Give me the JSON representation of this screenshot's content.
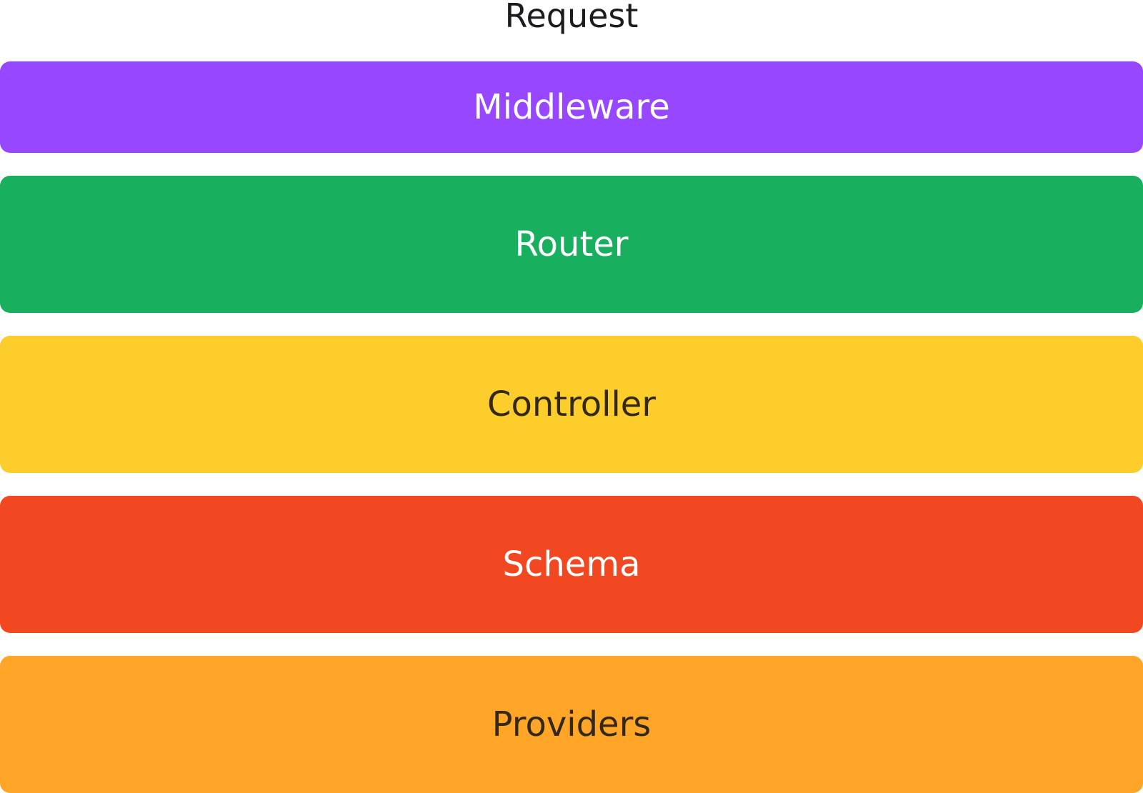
{
  "diagram": {
    "title": "Request",
    "layers": [
      {
        "label": "Middleware",
        "color": "#9747FF",
        "text_color": "#FFFFFF"
      },
      {
        "label": "Router",
        "color": "#18AF5E",
        "text_color": "#FFFFFF"
      },
      {
        "label": "Controller",
        "color": "#FDCD2C",
        "text_color": "#33291A"
      },
      {
        "label": "Schema",
        "color": "#F24822",
        "text_color": "#FFFFFF"
      },
      {
        "label": "Providers",
        "color": "#FFA629",
        "text_color": "#33291A"
      }
    ]
  }
}
